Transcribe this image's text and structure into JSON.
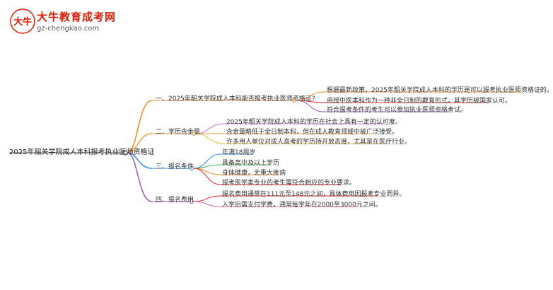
{
  "brand": {
    "title": "大牛教育成考网",
    "url": "gz-chengkao.com",
    "logo_glyph": "大牛"
  },
  "root": "2025年韶关学院成人本科报考执业医师资格证",
  "branches": [
    {
      "label": "一、2025年韶关学院成人本科能否报考执业医师资格证?",
      "color": "#f08a24",
      "children": [
        {
          "text": "根据最新政策，2025年韶关学院成人本科的学历是可以报考执业医师资格证的。",
          "color": "#f08a24"
        },
        {
          "text": "函授中医本科作为一种非全日制的教育形式，其学历被国家认可。",
          "color": "#e02020"
        },
        {
          "text": "符合报考条件的考生可以参加执业医师资格考试。",
          "color": "#9b59b6"
        }
      ]
    },
    {
      "label": "二、学历含金量",
      "color": "#e6a23c",
      "children": [
        {
          "text": "2025年韶关学院成人本科的学历在社会上具有一定的认可度。",
          "color": "#c678dd"
        },
        {
          "text": "含金量略低于全日制本科，但在成人教育领域中被广泛接受。",
          "color": "#e6a23c"
        },
        {
          "text": "许多用人单位对成人高考的学历持开放态度，尤其是在医疗行业。",
          "color": "#e6c23c"
        }
      ]
    },
    {
      "label": "三、报名条件",
      "color": "#2d8cf0",
      "children": [
        {
          "text": "年满18周岁",
          "color": "#2d8cf0"
        },
        {
          "text": "具备高中及以上学历",
          "color": "#4caf50"
        },
        {
          "text": "身体健康，无重大疾病",
          "color": "#f08a24"
        },
        {
          "text": "报考医学类专业的考生需符合相应的专业要求。",
          "color": "#e02020"
        }
      ]
    },
    {
      "label": "四、报名费用",
      "color": "#9b59b6",
      "children": [
        {
          "text": "报名费用通常在111元至148元之间，具体费用因报考专业而异。",
          "color": "#e02020"
        },
        {
          "text": "入学后需支付学费，通常每学年在2000至3000元之间。",
          "color": "#e066a0"
        }
      ]
    }
  ]
}
